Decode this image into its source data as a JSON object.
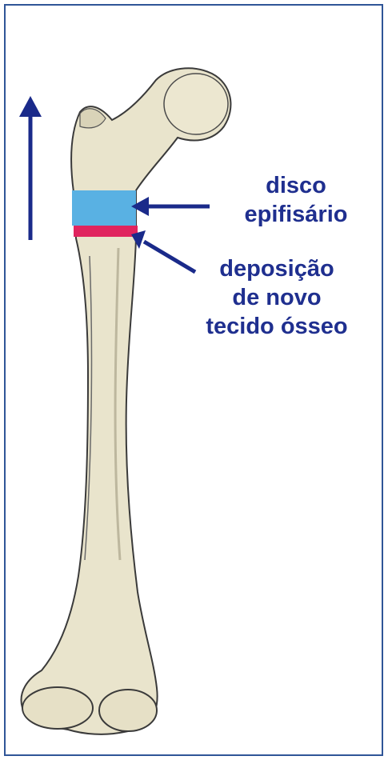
{
  "labels": {
    "epiphyseal_disc": [
      "disco",
      "epifisário"
    ],
    "new_bone_deposition": [
      "deposição",
      "de novo",
      "tecido ósseo"
    ]
  },
  "colors": {
    "frame": "#2f5597",
    "text": "#1f2f8f",
    "arrow": "#1a2a8a",
    "bone": "#e9e4cc",
    "bone_outline": "#3a3a3a",
    "epiphyseal_disc": "#59b1e3",
    "new_bone_band": "#e0245e"
  },
  "icons": {
    "growth_arrow": "growth-direction-arrow-icon"
  }
}
